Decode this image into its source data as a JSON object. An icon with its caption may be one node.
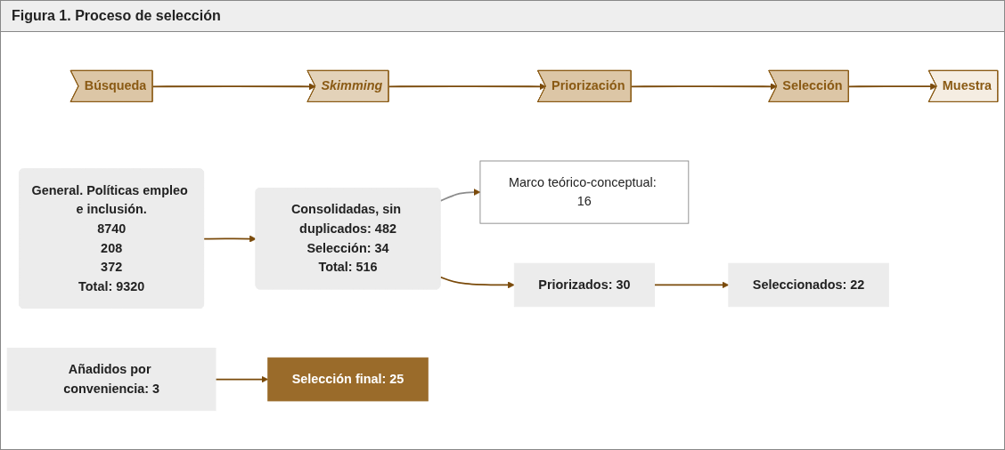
{
  "diagram": {
    "title": "Figura 1. Proceso de selección",
    "nodes": [
      {
        "text": [
          "Búsqueda"
        ]
      },
      {
        "text": [
          "Skimming"
        ]
      },
      {
        "text": [
          "Priorización"
        ]
      },
      {
        "text": [
          "Selección"
        ]
      },
      {
        "text": [
          "Muestra"
        ]
      },
      {
        "text": [
          "General. Políticas empleo e inclusión.",
          "8740",
          "208",
          "372",
          "Total: 9320"
        ]
      },
      {
        "text": [
          "Consolidadas, sin duplicados: 482",
          "Selección: 34",
          "Total: 516"
        ]
      },
      {
        "text": [
          "Marco teórico-conceptual: 16"
        ]
      },
      {
        "text": [
          "Priorizados: 30"
        ]
      },
      {
        "text": [
          "Seleccionados: 22"
        ]
      },
      {
        "text": [
          "Añadidos por conveniencia: 3"
        ]
      },
      {
        "text": [
          "Selección final: 25"
        ]
      }
    ],
    "edges": [
      {
        "from": 0,
        "to": 1,
        "arrow": "to"
      },
      {
        "from": 1,
        "to": 2,
        "arrow": "to"
      },
      {
        "from": 2,
        "to": 3,
        "arrow": "to"
      },
      {
        "from": 3,
        "to": 4,
        "arrow": "to"
      },
      {
        "from": 5,
        "to": 6,
        "arrow": "to"
      },
      {
        "from": 6,
        "to": 7,
        "arrow": "to",
        "color": "#8c8c8c"
      },
      {
        "from": 6,
        "to": 8,
        "arrow": "to"
      },
      {
        "from": 8,
        "to": 9,
        "arrow": "to"
      },
      {
        "from": 10,
        "to": 11,
        "arrow": "to"
      }
    ]
  }
}
